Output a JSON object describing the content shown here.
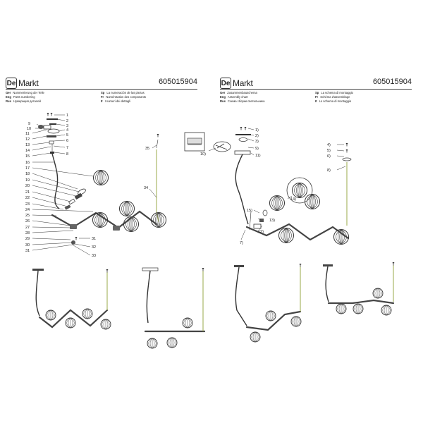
{
  "left_sheet": {
    "brand": "De Markt",
    "logo_mark": "De",
    "logo_word": "Markt",
    "article": "605015904",
    "languages": [
      {
        "code": "Ger",
        "text": "Nummerierung der Teile"
      },
      {
        "code": "Sp",
        "text": "La numeración de las piezas"
      },
      {
        "code": "Eng",
        "text": "Parts numbering"
      },
      {
        "code": "Fr",
        "text": "Numérotation des composants"
      },
      {
        "code": "Rus",
        "text": "Нумерация деталей"
      },
      {
        "code": "It",
        "text": "I numeri dei dettagli"
      }
    ],
    "part_numbers": [
      "1",
      "2",
      "3",
      "4",
      "5",
      "6",
      "7",
      "8",
      "9",
      "10",
      "11",
      "12",
      "13",
      "14",
      "15",
      "16",
      "17",
      "18",
      "19",
      "20",
      "21",
      "22",
      "23",
      "24",
      "25",
      "26",
      "27",
      "28",
      "29",
      "30",
      "31",
      "32",
      "33",
      "34",
      "35"
    ]
  },
  "right_sheet": {
    "brand": "De Markt",
    "logo_mark": "De",
    "logo_word": "Markt",
    "article": "605015904",
    "languages": [
      {
        "code": "Ger",
        "text": "Zusammenbauschema"
      },
      {
        "code": "Sp",
        "text": "La schema di montaggio"
      },
      {
        "code": "Eng",
        "text": "Assembly chart"
      },
      {
        "code": "Fr",
        "text": "Schéma d'assemblage"
      },
      {
        "code": "Rus",
        "text": "Схема сборки светильника"
      },
      {
        "code": "It",
        "text": "Lo schema di montaggio"
      }
    ],
    "step_labels": [
      "1)",
      "2)",
      "3)",
      "9)",
      "11)",
      "10)",
      "4)",
      "5)",
      "6)",
      "8)",
      "14)",
      "15)",
      "13)",
      "12)",
      "7)"
    ]
  },
  "variants": {
    "count": 4,
    "description_icons": [
      "variant-1",
      "variant-2",
      "variant-3",
      "variant-4"
    ]
  },
  "colors": {
    "line": "#333333",
    "cable": "#9aa84a",
    "shade": "#555555"
  }
}
